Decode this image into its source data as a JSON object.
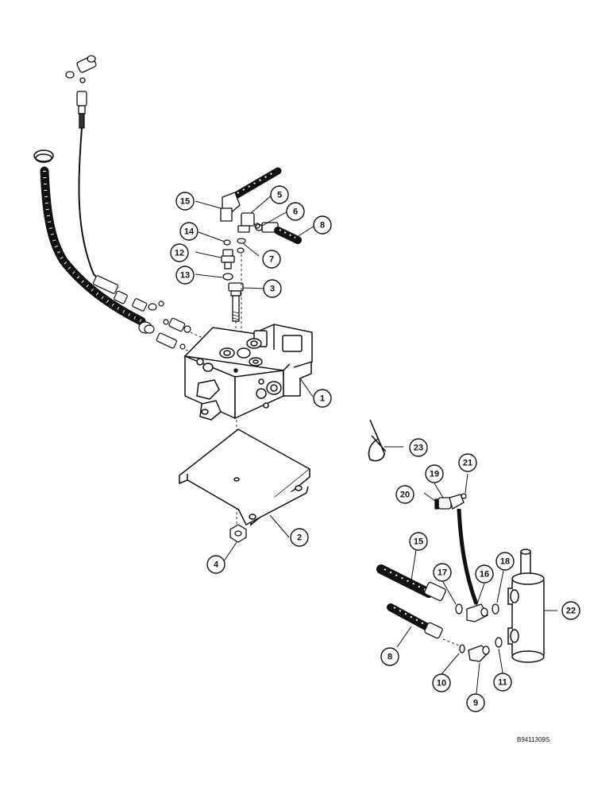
{
  "figure_ref": "B9411309S",
  "callouts": [
    {
      "id": "c1",
      "label": "1"
    },
    {
      "id": "c2",
      "label": "2"
    },
    {
      "id": "c3",
      "label": "3"
    },
    {
      "id": "c4",
      "label": "4"
    },
    {
      "id": "c5",
      "label": "5"
    },
    {
      "id": "c6",
      "label": "6"
    },
    {
      "id": "c7",
      "label": "7"
    },
    {
      "id": "c8a",
      "label": "8"
    },
    {
      "id": "c8b",
      "label": "8"
    },
    {
      "id": "c9",
      "label": "9"
    },
    {
      "id": "c10",
      "label": "10"
    },
    {
      "id": "c11",
      "label": "11"
    },
    {
      "id": "c12",
      "label": "12"
    },
    {
      "id": "c13",
      "label": "13"
    },
    {
      "id": "c14",
      "label": "14"
    },
    {
      "id": "c15a",
      "label": "15"
    },
    {
      "id": "c15b",
      "label": "15"
    },
    {
      "id": "c16",
      "label": "16"
    },
    {
      "id": "c17",
      "label": "17"
    },
    {
      "id": "c18",
      "label": "18"
    },
    {
      "id": "c19",
      "label": "19"
    },
    {
      "id": "c20",
      "label": "20"
    },
    {
      "id": "c21",
      "label": "21"
    },
    {
      "id": "c22",
      "label": "22"
    },
    {
      "id": "c23",
      "label": "23"
    }
  ]
}
